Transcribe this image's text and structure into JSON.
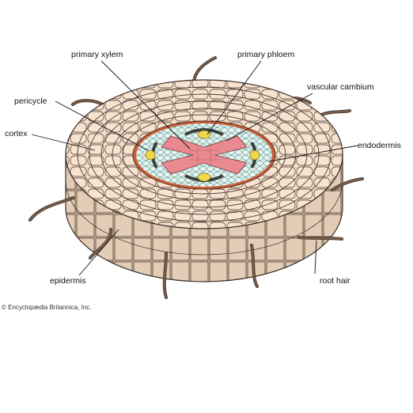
{
  "diagram": {
    "labels": {
      "primary_xylem": "primary xylem",
      "primary_phloem": "primary phloem",
      "vascular_cambium": "vascular cambium",
      "pericycle": "pericycle",
      "cortex": "cortex",
      "endodermis": "endodermis",
      "epidermis": "epidermis",
      "root_hair": "root hair"
    },
    "credit": "© Encyclopædia Britannica, Inc."
  },
  "colors": {
    "cortex_cell": "#f3dcc8",
    "cell_outline": "#4a3a30",
    "epidermis_side": "#d8c0a8",
    "endodermis": "#c9603a",
    "xylem": "#e98a90",
    "phloem": "#f0d84a",
    "vascular_cambium": "#cfeee8",
    "dark_band": "#3a3f3c",
    "root_hair": "#7a5e4c"
  }
}
